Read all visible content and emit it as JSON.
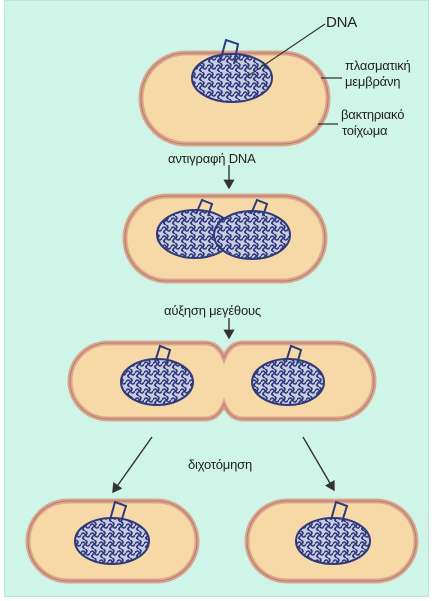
{
  "labels": {
    "dna": "DNA",
    "plasma_membrane_line1": "πλασματική",
    "plasma_membrane_line2": "μεμβράνη",
    "cell_wall_line1": "βακτηριακό",
    "cell_wall_line2": "τοίχωμα",
    "step1": "αντιγραφή DNA",
    "step2": "αύξηση μεγέθους",
    "step3": "διχοτόμηση"
  },
  "colors": {
    "background": "#cff5e8",
    "cytoplasm": "#f6d9a6",
    "cell_wall": "#d9a68e",
    "dna": "#2e3a7a",
    "arrow": "#333333"
  }
}
